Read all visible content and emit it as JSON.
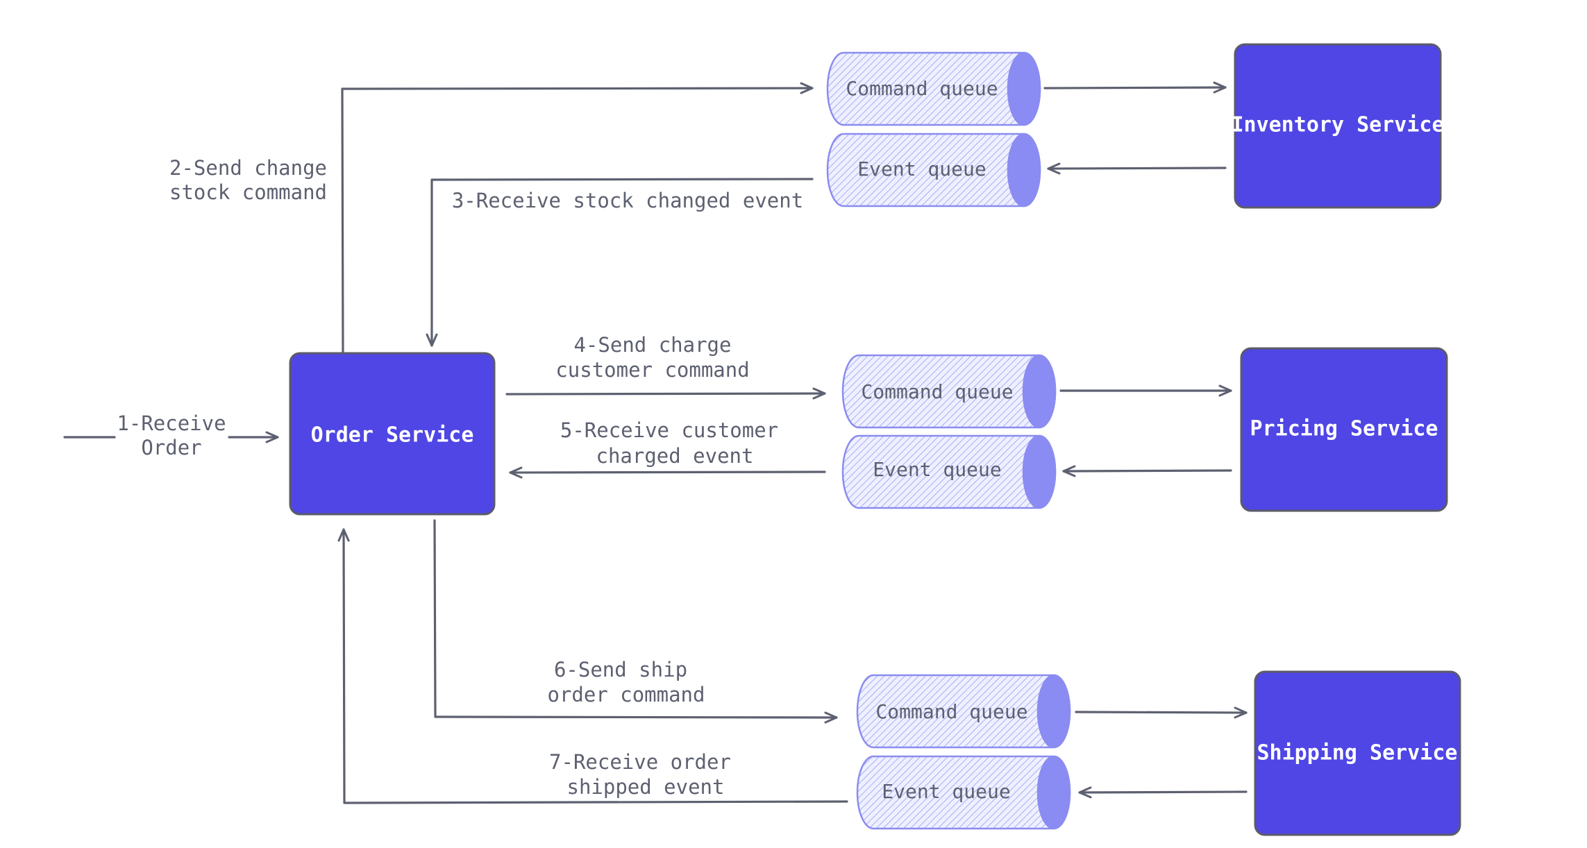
{
  "nodes": {
    "order_service": "Order Service",
    "inventory_service": "Inventory Service",
    "pricing_service": "Pricing Service",
    "shipping_service": "Shipping Service"
  },
  "queues": {
    "inventory_command": "Command queue",
    "inventory_event": "Event queue",
    "pricing_command": "Command queue",
    "pricing_event": "Event queue",
    "shipping_command": "Command queue",
    "shipping_event": "Event queue"
  },
  "edges": {
    "step1": [
      "1-Receive",
      "Order"
    ],
    "step2": [
      "2-Send change",
      "stock command"
    ],
    "step3": [
      "3-Receive stock changed event"
    ],
    "step4": [
      "4-Send charge",
      "customer command"
    ],
    "step5": [
      "5-Receive customer",
      "charged event"
    ],
    "step6": [
      "6-Send ship",
      "order command"
    ],
    "step7": [
      "7-Receive order",
      "shipped event"
    ]
  },
  "colors": {
    "service_fill": "#4f46e5",
    "queue_fill": "#8a8cf4",
    "line": "#5d6070"
  }
}
